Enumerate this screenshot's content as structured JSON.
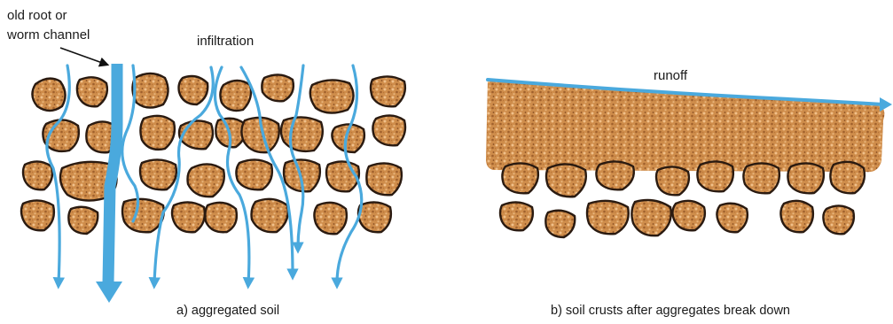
{
  "diagram": {
    "panel_a": {
      "annotation": "old root or\nworm channel",
      "flow_label": "infiltration",
      "caption": "a) aggregated soil"
    },
    "panel_b": {
      "flow_label": "runoff",
      "caption": "b) soil crusts after aggregates break down"
    }
  },
  "colors": {
    "water": "#4aa9dd",
    "soil_light": "#e0a868",
    "soil_dark": "#b06d32",
    "outline": "#2a1a10"
  }
}
